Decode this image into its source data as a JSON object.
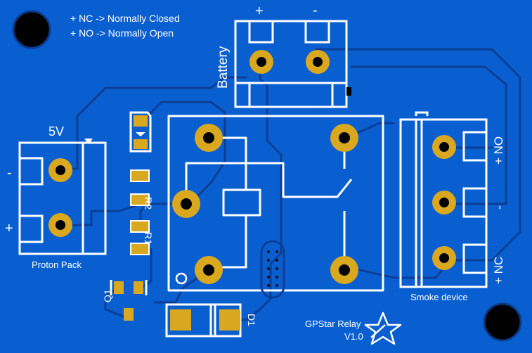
{
  "legend": {
    "nc_line": "+ NC -> Normally Closed",
    "no_line": "+ NO -> Normally Open"
  },
  "battery": {
    "label": "Battery",
    "plus": "+",
    "minus": "-"
  },
  "proton_pack": {
    "voltage": "5V",
    "label": "Proton Pack",
    "minus": "-",
    "plus": "+"
  },
  "smoke_device": {
    "label": "Smoke device",
    "no": "+ NO",
    "minus": "-",
    "nc": "+ NC"
  },
  "components": {
    "r1": "R1",
    "r2": "R2",
    "q1": "Q1",
    "d1": "D1"
  },
  "branding": {
    "name": "GPStar Relay",
    "version": "V1.0",
    "logo": "star-logo-icon"
  },
  "colors": {
    "board": "#0a5fd0",
    "trace": "#0a3a8a",
    "silkscreen": "#ffffff",
    "pad": "#d9a81e",
    "hole": "#000000"
  }
}
